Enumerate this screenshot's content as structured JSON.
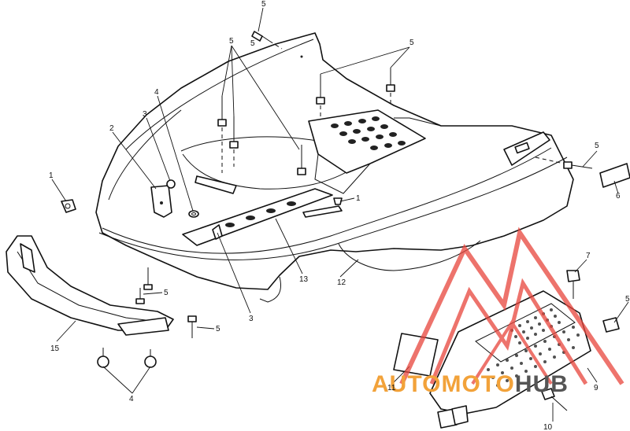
{
  "callouts": [
    {
      "id": "c1a",
      "text": "5"
    },
    {
      "id": "c2",
      "text": "5"
    },
    {
      "id": "c3",
      "text": "5"
    },
    {
      "id": "c4",
      "text": "5"
    },
    {
      "id": "c5",
      "text": "5"
    },
    {
      "id": "c6",
      "text": "6"
    },
    {
      "id": "c7",
      "text": "7"
    },
    {
      "id": "c8",
      "text": "5"
    },
    {
      "id": "c9",
      "text": "1"
    },
    {
      "id": "c10",
      "text": "2"
    },
    {
      "id": "c11",
      "text": "3"
    },
    {
      "id": "c12",
      "text": "4"
    },
    {
      "id": "c13",
      "text": "1"
    },
    {
      "id": "c14",
      "text": "13"
    },
    {
      "id": "c15",
      "text": "12"
    },
    {
      "id": "c16",
      "text": "3"
    },
    {
      "id": "c17",
      "text": "5"
    },
    {
      "id": "c18",
      "text": "5"
    },
    {
      "id": "c19",
      "text": "15"
    },
    {
      "id": "c20",
      "text": "4"
    },
    {
      "id": "c21",
      "text": "11"
    },
    {
      "id": "c22",
      "text": "9"
    },
    {
      "id": "c23",
      "text": "10"
    }
  ],
  "watermark": {
    "text_part1": "AUTOMOTO",
    "text_part2": "HUB",
    "color_red": "#e8453c",
    "color_orange": "#f2a23a",
    "color_gray": "#555555"
  }
}
